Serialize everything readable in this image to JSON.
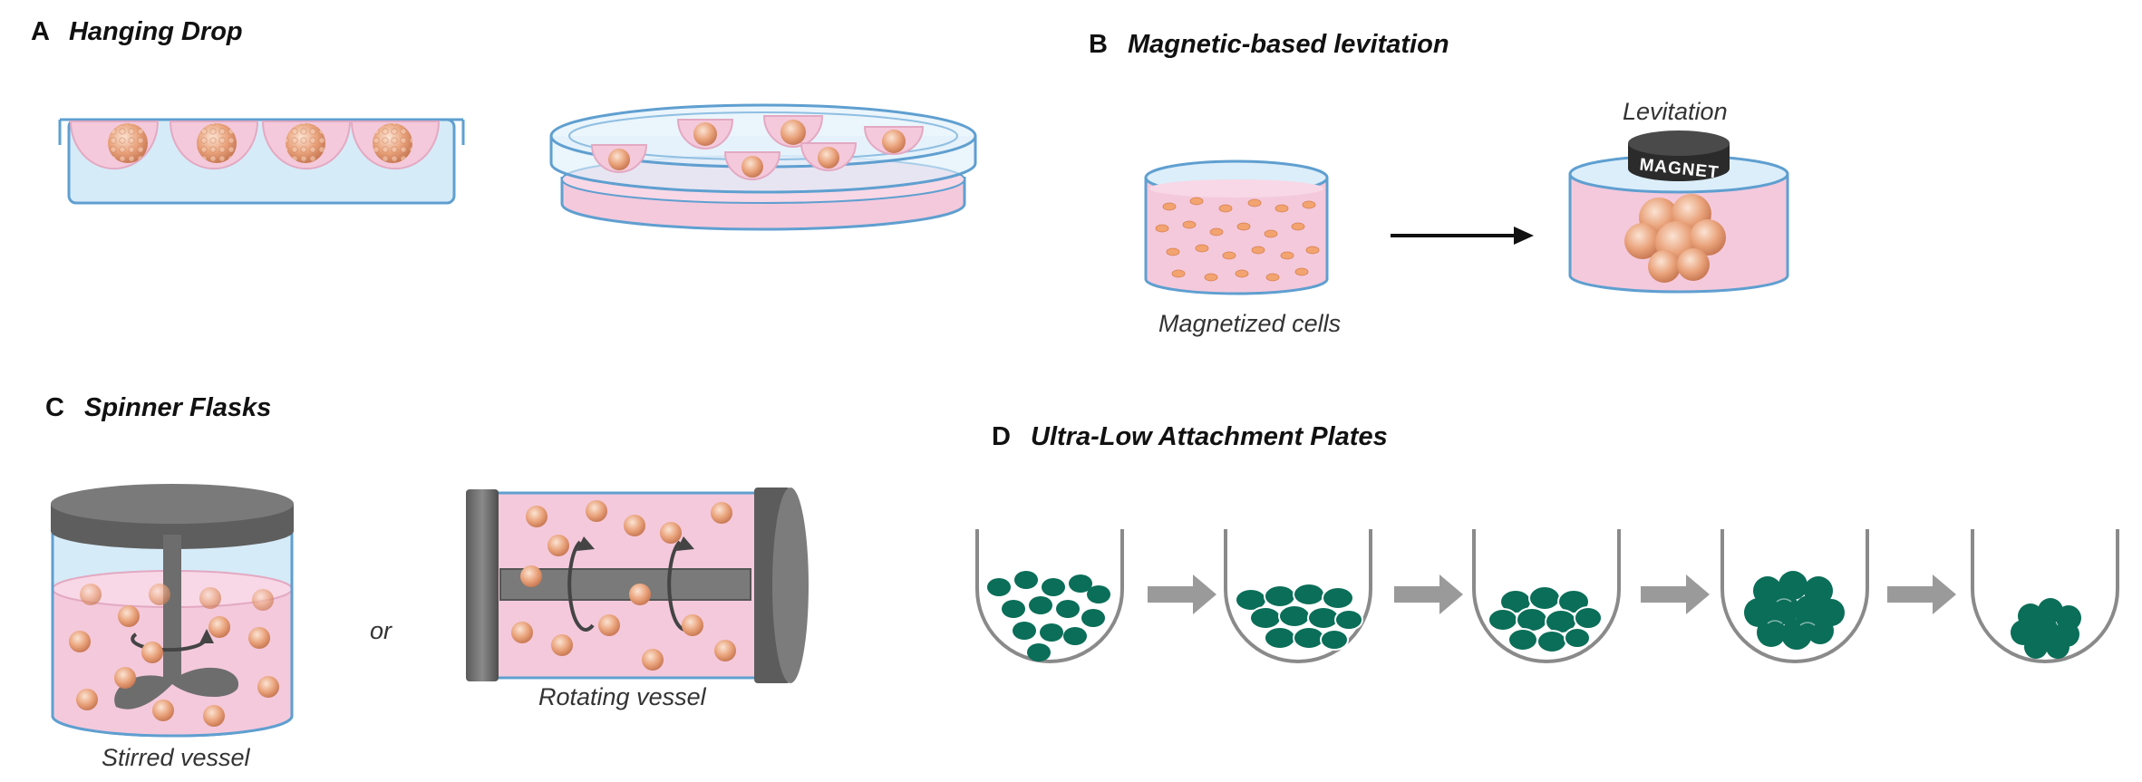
{
  "panels": {
    "a": {
      "letter": "A",
      "title": "Hanging Drop"
    },
    "b": {
      "letter": "B",
      "title": "Magnetic-based levitation",
      "label_cells": "Magnetized cells",
      "label_levitation": "Levitation",
      "magnet_text": "MAGNET"
    },
    "c": {
      "letter": "C",
      "title": "Spinner Flasks",
      "label_stirred": "Stirred vessel",
      "label_or": "or",
      "label_rotating": "Rotating vessel"
    },
    "d": {
      "letter": "D",
      "title": "Ultra-Low Attachment Plates"
    }
  },
  "colors": {
    "medium_pink": "#f4c9dc",
    "glass_blue": "#cfe6f5",
    "outline_blue": "#5f9fd0",
    "spheroid": "#e9a27a",
    "flask_gray": "#6d6d6d",
    "green_cells": "#0a6e58",
    "well_outline": "#8a8a8a"
  }
}
